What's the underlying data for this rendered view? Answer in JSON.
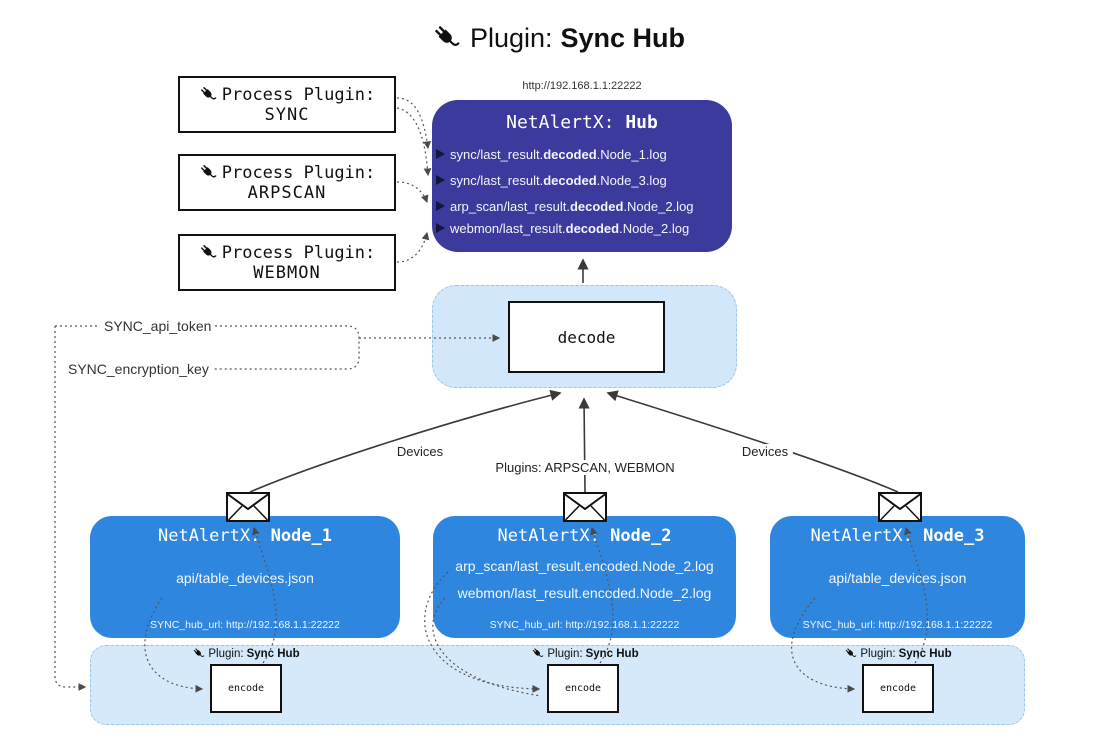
{
  "title": {
    "prefix": "Plugin: ",
    "name": "Sync Hub"
  },
  "process": {
    "label": "Process Plugin:",
    "items": [
      {
        "name": "SYNC"
      },
      {
        "name": "ARPSCAN"
      },
      {
        "name": "WEBMON"
      }
    ]
  },
  "hub": {
    "url": "http://192.168.1.1:22222",
    "title_prefix": "NetAlertX: ",
    "title_name": "Hub",
    "lines": [
      {
        "pre": "sync/last_result.",
        "bold": "decoded",
        "post": ".Node_1.log"
      },
      {
        "pre": "sync/last_result.",
        "bold": "decoded",
        "post": ".Node_3.log"
      },
      {
        "pre": "arp_scan/last_result.",
        "bold": "decoded",
        "post": ".Node_2.log"
      },
      {
        "pre": "webmon/last_result.",
        "bold": "decoded",
        "post": ".Node_2.log"
      }
    ]
  },
  "decode": {
    "label": "decode"
  },
  "secrets": {
    "api_token": "SYNC_api_token",
    "encryption_key": "SYNC_encryption_key"
  },
  "flow_labels": {
    "left": "Devices",
    "center": "Plugins: ARPSCAN, WEBMON",
    "right": "Devices"
  },
  "nodes": [
    {
      "title_prefix": "NetAlertX: ",
      "title_name": "Node_1",
      "files": [
        "api/table_devices.json"
      ],
      "footer": "SYNC_hub_url: http://192.168.1.1:22222"
    },
    {
      "title_prefix": "NetAlertX: ",
      "title_name": "Node_2",
      "files": [
        "arp_scan/last_result.encoded.Node_2.log",
        "webmon/last_result.encoded.Node_2.log"
      ],
      "footer": "SYNC_hub_url: http://192.168.1.1:22222"
    },
    {
      "title_prefix": "NetAlertX: ",
      "title_name": "Node_3",
      "files": [
        "api/table_devices.json"
      ],
      "footer": "SYNC_hub_url: http://192.168.1.1:22222"
    }
  ],
  "encoders": {
    "plugin_prefix": "Plugin: ",
    "plugin_name": "Sync Hub",
    "label": "encode"
  },
  "colors": {
    "hub_fill": "#3c3a9d",
    "node_fill": "#2e86de",
    "panel_fill": "#d6e9fb",
    "arrow": "#3a3a3a"
  }
}
